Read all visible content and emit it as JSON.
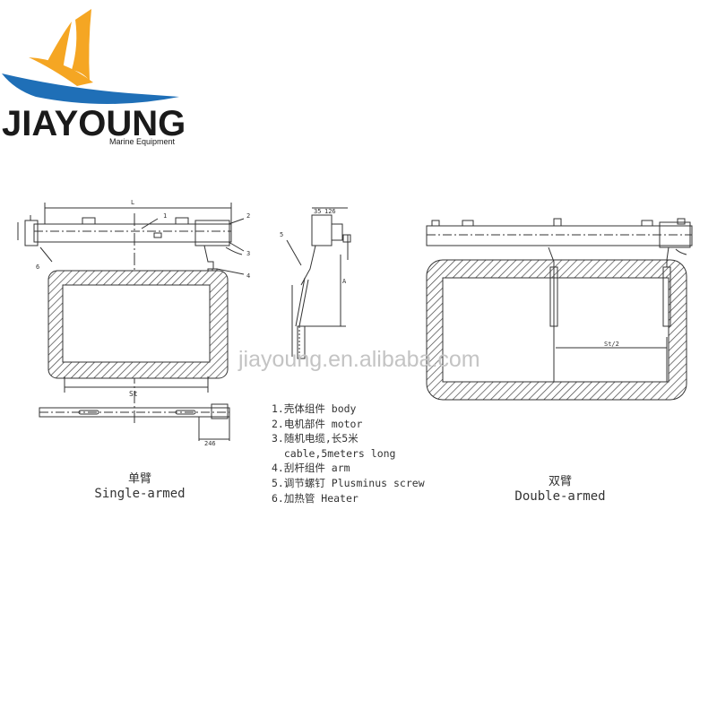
{
  "brand": {
    "name": "JIAYOUNG",
    "tagline": "Marine Equipment",
    "colors": {
      "sail_orange": "#f5a623",
      "wave_blue": "#1f6fb7",
      "text_dark": "#1a1a1a"
    }
  },
  "watermark": "jiayoung.en.alibaba.com",
  "legend": [
    "1.壳体组件 body",
    "2.电机部件 motor",
    "3.随机电缆,长5米",
    "  cable,5meters long",
    "4.刮杆组件 arm",
    "5.调节螺钉 Plusminus screw",
    "6.加热管 Heater"
  ],
  "captions": {
    "single": {
      "cn": "单臂",
      "en": "Single-armed"
    },
    "double": {
      "cn": "双臂",
      "en": "Double-armed"
    }
  },
  "dimensions": {
    "length": "L",
    "sweep": "St",
    "half_sweep": "St/2",
    "depth": "246",
    "side_a": "126",
    "side_b": "35",
    "side_height": "A"
  },
  "callouts": [
    "1",
    "2",
    "3",
    "4",
    "5",
    "6"
  ]
}
